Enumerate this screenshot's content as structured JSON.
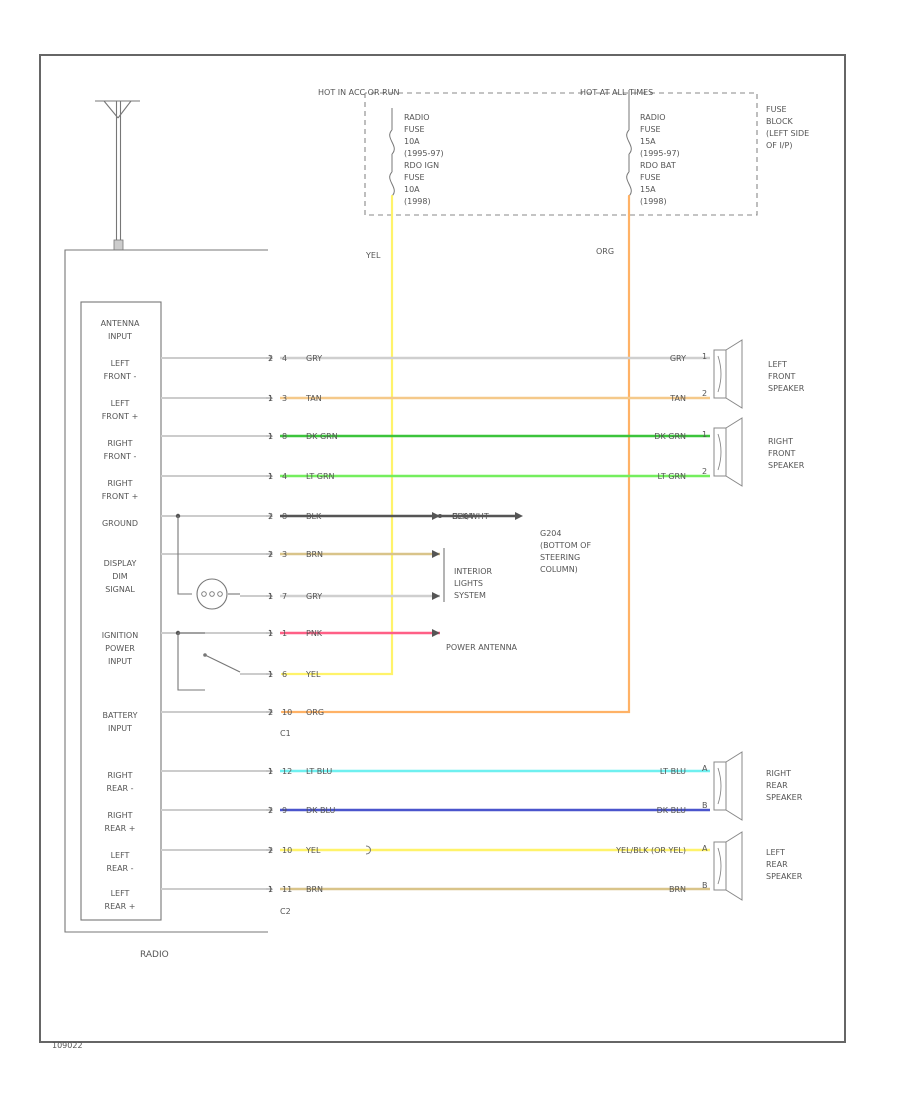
{
  "fuse_block": {
    "hot_left": "HOT IN ACC OR RUN",
    "hot_right": "HOT AT ALL TIMES",
    "left_fuse": [
      "RADIO",
      "FUSE",
      "10A",
      "(1995-97)",
      "RDO IGN",
      "FUSE",
      "10A",
      "(1998)"
    ],
    "right_fuse": [
      "RADIO",
      "FUSE",
      "15A",
      "(1995-97)",
      "RDO BAT",
      "FUSE",
      "15A",
      "(1998)"
    ],
    "location": [
      "FUSE",
      "BLOCK",
      "(LEFT SIDE",
      "OF I/P)"
    ],
    "left_wire": "YEL",
    "right_wire": "ORG"
  },
  "radio": {
    "name": "RADIO",
    "connector_c1": "C1",
    "connector_c2": "C2",
    "terminals": [
      [
        "ANTENNA",
        "INPUT"
      ],
      [
        "LEFT",
        "FRONT -"
      ],
      [
        "LEFT",
        "FRONT +"
      ],
      [
        "RIGHT",
        "FRONT -"
      ],
      [
        "RIGHT",
        "FRONT +"
      ],
      [
        "GROUND"
      ],
      [
        "DISPLAY",
        "DIM",
        "SIGNAL"
      ],
      [
        "IGNITION",
        "POWER",
        "INPUT"
      ],
      [
        "BATTERY",
        "INPUT"
      ],
      [
        "RIGHT",
        "REAR -"
      ],
      [
        "RIGHT",
        "REAR +"
      ],
      [
        "LEFT",
        "REAR -"
      ],
      [
        "LEFT",
        "REAR +"
      ]
    ]
  },
  "wires": [
    {
      "pin": "2",
      "cav": "4",
      "color": "GRY",
      "end": "GRY",
      "hex": "#cfcfcf"
    },
    {
      "pin": "1",
      "cav": "3",
      "color": "TAN",
      "end": "TAN",
      "hex": "#f5c98a"
    },
    {
      "pin": "1",
      "cav": "8",
      "color": "DK GRN",
      "end": "DK GRN",
      "hex": "#3cc43c"
    },
    {
      "pin": "1",
      "cav": "4",
      "color": "LT GRN",
      "end": "LT GRN",
      "hex": "#74ee5e"
    },
    {
      "pin": "2",
      "cav": "8",
      "color": "BLK",
      "end": "BLK/WHT",
      "hex": "#555555"
    },
    {
      "pin": "2",
      "cav": "3",
      "color": "BRN",
      "end": "",
      "hex": "#d9c48a"
    },
    {
      "pin": "1",
      "cav": "7",
      "color": "GRY",
      "end": "",
      "hex": "#cfcfcf"
    },
    {
      "pin": "1",
      "cav": "1",
      "color": "PNK",
      "end": "",
      "hex": "#ff5f86"
    },
    {
      "pin": "1",
      "cav": "6",
      "color": "YEL",
      "end": "",
      "hex": "#fff36a"
    },
    {
      "pin": "2",
      "cav": "10",
      "color": "ORG",
      "end": "",
      "hex": "#ffb266"
    },
    {
      "pin": "1",
      "cav": "12",
      "color": "LT BLU",
      "end": "LT BLU",
      "hex": "#6ff0f0"
    },
    {
      "pin": "2",
      "cav": "9",
      "color": "DK BLU",
      "end": "DK BLU",
      "hex": "#4a55cc"
    },
    {
      "pin": "2",
      "cav": "10",
      "color": "YEL",
      "end": "YEL/BLK (OR YEL)",
      "hex": "#fff36a"
    },
    {
      "pin": "1",
      "cav": "11",
      "color": "BRN",
      "end": "BRN",
      "hex": "#d9c48a"
    }
  ],
  "speakers": {
    "left_front": [
      "LEFT",
      "FRONT",
      "SPEAKER"
    ],
    "right_front": [
      "RIGHT",
      "FRONT",
      "SPEAKER"
    ],
    "right_rear": [
      "RIGHT",
      "REAR",
      "SPEAKER"
    ],
    "left_rear": [
      "LEFT",
      "REAR",
      "SPEAKER"
    ],
    "front_pins": [
      "1",
      "2",
      "1",
      "2"
    ],
    "rear_pins": [
      "A",
      "B",
      "A",
      "B"
    ]
  },
  "ground_id": "G204",
  "ground_location": [
    "G204",
    "(BOTTOM OF",
    "STEERING",
    "COLUMN)"
  ],
  "interior_lights": [
    "INTERIOR",
    "LIGHTS",
    "SYSTEM"
  ],
  "power_antenna": "POWER ANTENNA",
  "diagram_code": "109022",
  "colors": {
    "frame": "#666666",
    "yellow_feed": "#fff36a",
    "orange_feed": "#ffb266"
  }
}
